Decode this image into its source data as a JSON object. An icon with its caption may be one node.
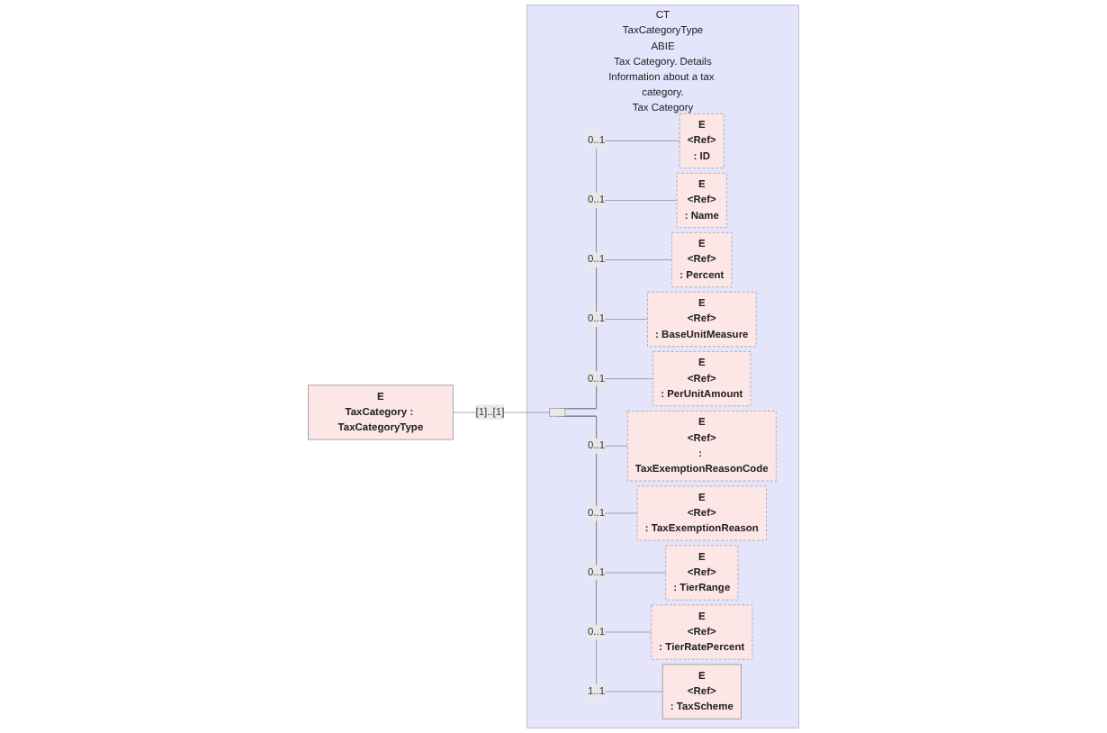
{
  "diagram": {
    "nodes": [
      {
        "text": [
          "E",
          "TaxCategory : TaxCategoryType"
        ]
      },
      {
        "text": [
          "CT",
          "TaxCategoryType",
          "ABIE",
          "Tax Category. Details",
          "Information about a tax category.",
          "Tax Category"
        ]
      },
      {
        "text": [],
        "shape": "bar",
        "in": 1
      },
      {
        "text": [
          "E",
          "<Ref>",
          ": ID"
        ],
        "in": 1
      },
      {
        "text": [
          "E",
          "<Ref>",
          ": Name"
        ],
        "in": 1
      },
      {
        "text": [
          "E",
          "<Ref>",
          ": Percent"
        ],
        "in": 1
      },
      {
        "text": [
          "E",
          "<Ref>",
          ": BaseUnitMeasure"
        ],
        "in": 1
      },
      {
        "text": [
          "E",
          "<Ref>",
          ": PerUnitAmount"
        ],
        "in": 1
      },
      {
        "text": [
          "E",
          "<Ref>",
          ": TaxExemptionReasonCode"
        ],
        "in": 1
      },
      {
        "text": [
          "E",
          "<Ref>",
          ": TaxExemptionReason"
        ],
        "in": 1
      },
      {
        "text": [
          "E",
          "<Ref>",
          ": TierRange"
        ],
        "in": 1
      },
      {
        "text": [
          "E",
          "<Ref>",
          ": TierRatePercent"
        ],
        "in": 1
      },
      {
        "text": [
          "E",
          "<Ref>",
          ": TaxScheme"
        ],
        "in": 1
      }
    ],
    "edges": [
      {
        "from": 0,
        "to": 2,
        "arrow": "none",
        "label": "[1]..[1]"
      },
      {
        "from": 2,
        "to": 3,
        "arrow": "none",
        "label": "0..1"
      },
      {
        "from": 2,
        "to": 4,
        "arrow": "none",
        "label": "0..1"
      },
      {
        "from": 2,
        "to": 5,
        "arrow": "none",
        "label": "0..1"
      },
      {
        "from": 2,
        "to": 6,
        "arrow": "none",
        "label": "0..1"
      },
      {
        "from": 2,
        "to": 7,
        "arrow": "none",
        "label": "0..1"
      },
      {
        "from": 2,
        "to": 8,
        "arrow": "none",
        "label": "0..1"
      },
      {
        "from": 2,
        "to": 9,
        "arrow": "none",
        "label": "0..1"
      },
      {
        "from": 2,
        "to": 10,
        "arrow": "none",
        "label": "0..1"
      },
      {
        "from": 2,
        "to": 11,
        "arrow": "none",
        "label": "0..1"
      },
      {
        "from": 2,
        "to": 12,
        "arrow": "none",
        "label": "1..1"
      }
    ]
  }
}
